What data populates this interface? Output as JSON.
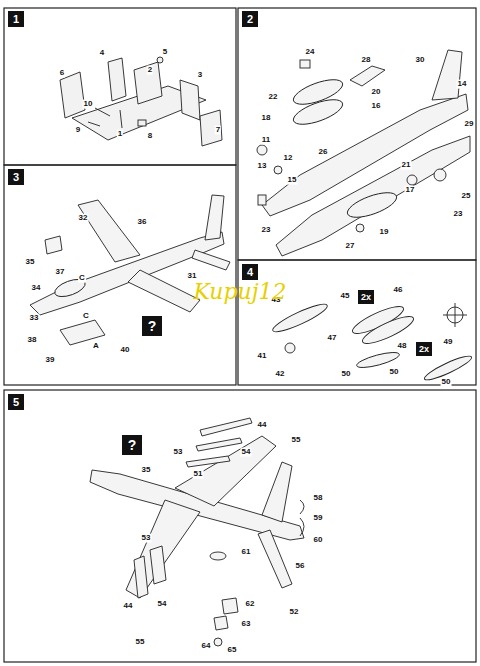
{
  "diagram": {
    "nodes": [
      {
        "text": [
          "1"
        ]
      },
      {
        "text": [
          "2"
        ]
      },
      {
        "text": [
          "3"
        ]
      },
      {
        "text": [
          "4"
        ]
      },
      {
        "text": [
          "5"
        ]
      },
      {
        "text": [
          "2x"
        ]
      },
      {
        "text": [
          "2x"
        ]
      },
      {
        "text": [
          "?"
        ]
      },
      {
        "text": [
          "?"
        ]
      }
    ],
    "labels": [
      "6",
      "4",
      "5",
      "2",
      "3",
      "10",
      "9",
      "1",
      "8",
      "7",
      "24",
      "28",
      "30",
      "22",
      "20",
      "16",
      "18",
      "14",
      "11",
      "26",
      "12",
      "13",
      "15",
      "29",
      "25",
      "21",
      "17",
      "27",
      "19",
      "23",
      "23",
      "32",
      "36",
      "35",
      "37",
      "34",
      "33",
      "31",
      "C",
      "C",
      "A",
      "38",
      "40",
      "39",
      "43",
      "45",
      "46",
      "47",
      "41",
      "48",
      "49",
      "50",
      "50",
      "50",
      "42",
      "44",
      "55",
      "35",
      "53",
      "51",
      "54",
      "61",
      "58",
      "59",
      "60",
      "56",
      "53",
      "54",
      "44",
      "55",
      "62",
      "52",
      "63",
      "64",
      "65",
      "Kupuj12"
    ]
  }
}
